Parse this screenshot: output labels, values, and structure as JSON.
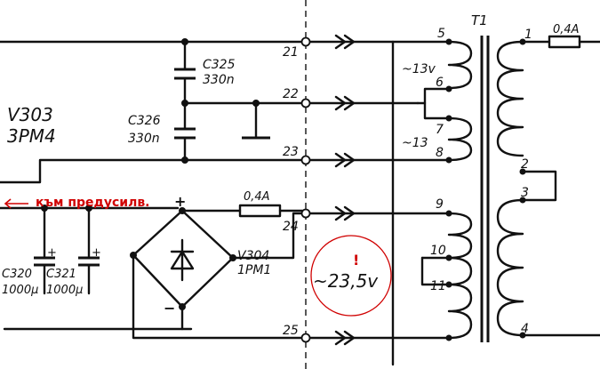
{
  "transformer": {
    "name": "T1"
  },
  "fuse_primary": {
    "label": "0,4A"
  },
  "fuse_secondary": {
    "label": "0,4A"
  },
  "capacitors": {
    "c325": {
      "name": "C325",
      "value": "330n"
    },
    "c326": {
      "name": "C326",
      "value": "330n"
    },
    "c320": {
      "name": "C320",
      "value": "1000μ"
    },
    "c321": {
      "name": "C321",
      "value": "1000μ"
    }
  },
  "v303": {
    "name": "V303",
    "type": "3PM4"
  },
  "v304": {
    "name": "V304",
    "type": "1PM1"
  },
  "terminals": [
    "21",
    "22",
    "23",
    "24",
    "25"
  ],
  "pins": [
    "1",
    "2",
    "3",
    "4",
    "5",
    "6",
    "7",
    "8",
    "9",
    "10",
    "11"
  ],
  "voltages": {
    "w1": "~13v",
    "w2": "~13"
  },
  "annotation": {
    "preamp_label": "към предусилв.",
    "exclamation": "!",
    "voltage": "~23,5v",
    "color": "#d00000"
  },
  "bridge_polarity": {
    "plus": "+",
    "minus": "−"
  },
  "cap_polarity": {
    "plus": "+"
  }
}
